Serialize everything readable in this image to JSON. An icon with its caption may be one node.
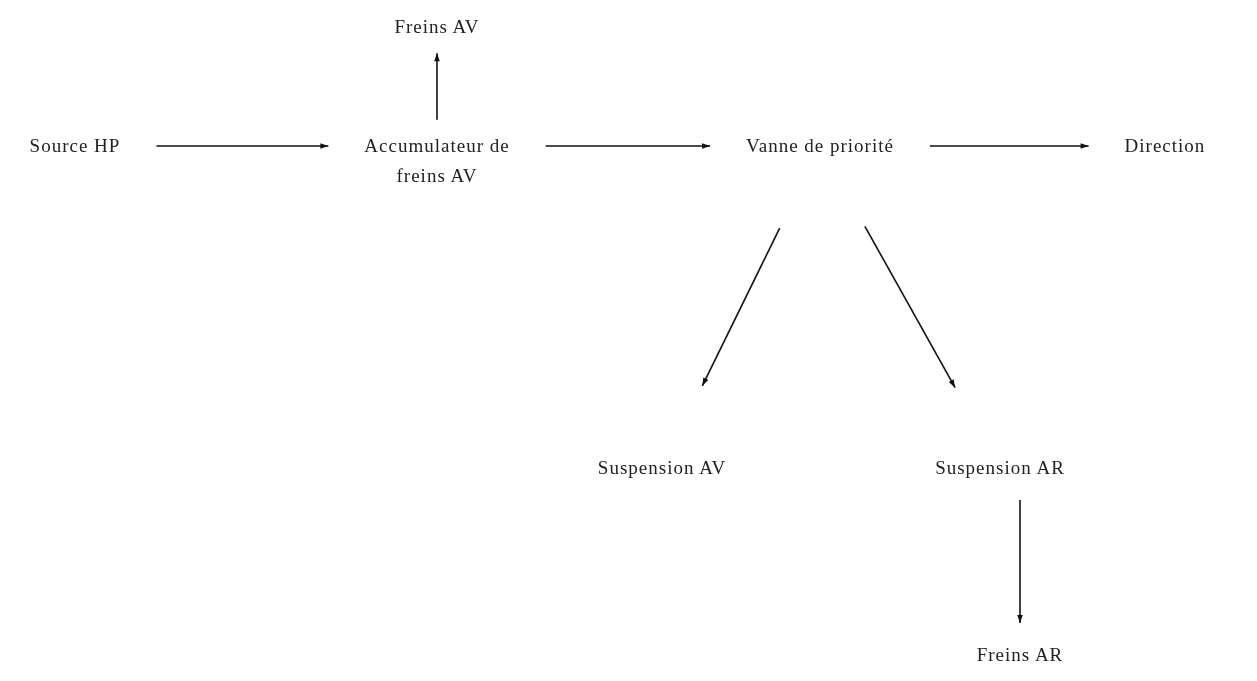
{
  "diagram": {
    "nodes": [
      {
        "text": [
          "Source HP"
        ]
      },
      {
        "text": [
          "Accumulateur de freins AV"
        ]
      },
      {
        "text": [
          "Freins AV"
        ]
      },
      {
        "text": [
          "Vanne de priorité"
        ]
      },
      {
        "text": [
          "Direction"
        ]
      },
      {
        "text": [
          "Suspension AV"
        ]
      },
      {
        "text": [
          "Suspension AR"
        ]
      },
      {
        "text": [
          "Freins AR"
        ]
      }
    ],
    "edges": [
      {
        "from": 0,
        "to": 1,
        "arrow": "to"
      },
      {
        "from": 1,
        "to": 2,
        "arrow": "to"
      },
      {
        "from": 1,
        "to": 3,
        "arrow": "to"
      },
      {
        "from": 3,
        "to": 4,
        "arrow": "to"
      },
      {
        "from": 3,
        "to": 5,
        "arrow": "to"
      },
      {
        "from": 3,
        "to": 6,
        "arrow": "to"
      },
      {
        "from": 6,
        "to": 7,
        "arrow": "to"
      }
    ]
  }
}
